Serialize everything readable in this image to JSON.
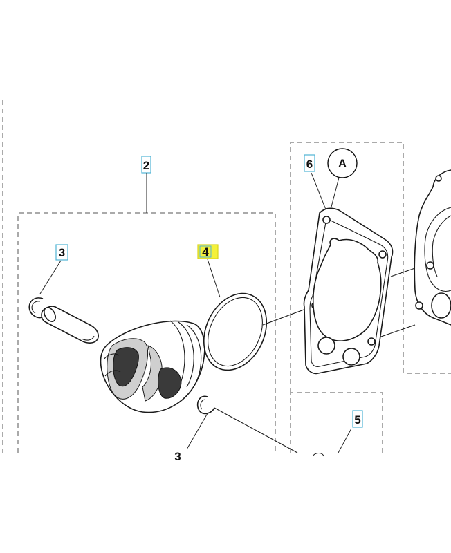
{
  "callouts": {
    "c2": "2",
    "c3_top": "3",
    "c3_bottom": "3",
    "c4": "4",
    "c5": "5",
    "c6": "6"
  },
  "reference": {
    "label": "A"
  },
  "colors": {
    "highlight": "#f4f13a",
    "callout_border": "#4fb3d4",
    "line": "#1a1a1a"
  }
}
